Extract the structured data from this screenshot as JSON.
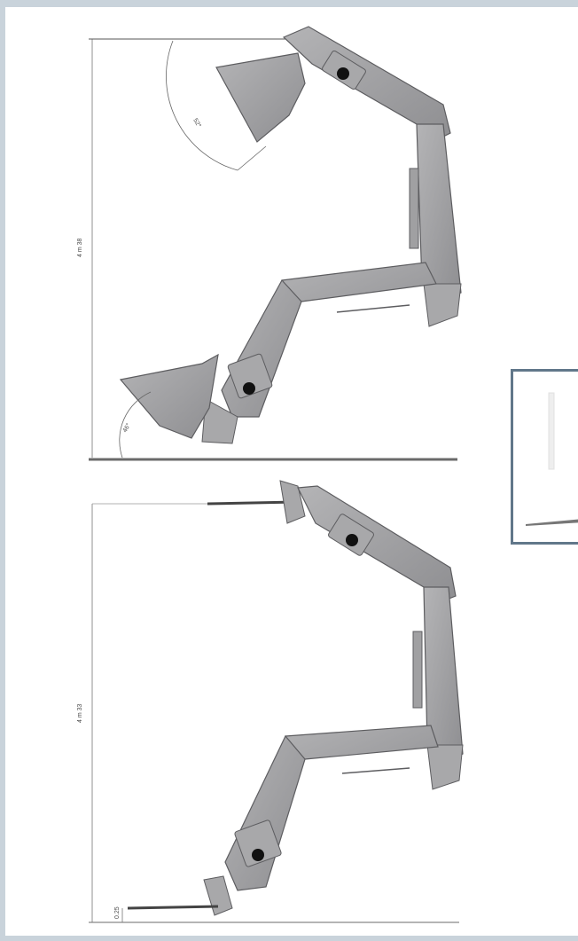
{
  "figure": {
    "top_panel": {
      "height_label": "4 m 38",
      "upper_bucket_angle": "52°",
      "lower_bucket_angle": "46°"
    },
    "bottom_panel": {
      "height_label": "4 m 33",
      "fork_height_label": "0.25"
    }
  },
  "colors": {
    "background": "#c9d3db",
    "frame_border": "#61778a",
    "arm_fill": "#9a9a9c",
    "arm_stroke": "#5d5d60",
    "ground": "#6a6a6a"
  }
}
